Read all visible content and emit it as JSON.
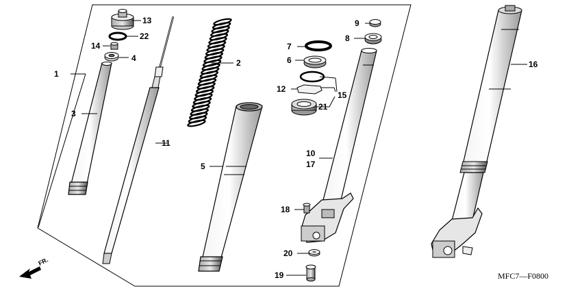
{
  "diagram": {
    "figure_code": "MFC7—F0800",
    "direction_label": "FR.",
    "callouts": [
      "1",
      "2",
      "3",
      "4",
      "5",
      "6",
      "7",
      "8",
      "9",
      "10",
      "11",
      "12",
      "13",
      "14",
      "15",
      "16",
      "17",
      "18",
      "19",
      "20",
      "21",
      "22"
    ]
  },
  "colors": {
    "line": "#000000",
    "background": "#ffffff",
    "part_shade": "#d8d8d8"
  }
}
